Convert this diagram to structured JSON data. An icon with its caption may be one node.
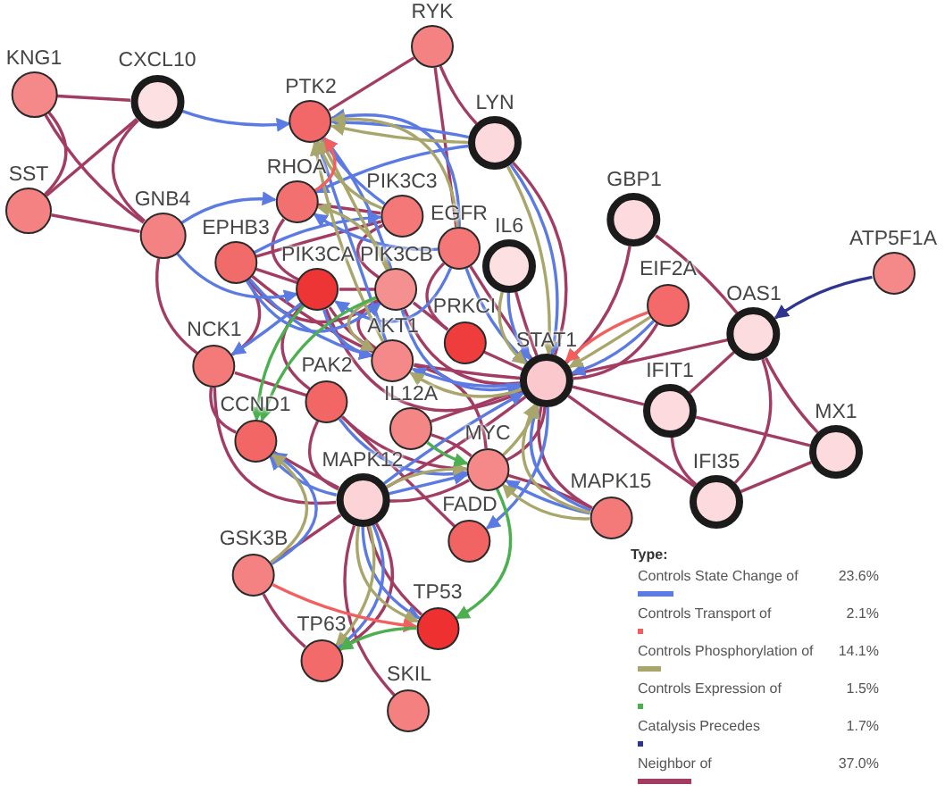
{
  "diagram": {
    "nodes": [
      {
        "text": [
          "RYK"
        ]
      },
      {
        "text": [
          "KNG1"
        ]
      },
      {
        "text": [
          "CXCL10"
        ]
      },
      {
        "text": [
          "PTK2"
        ]
      },
      {
        "text": [
          "LYN"
        ]
      },
      {
        "text": [
          "SST"
        ]
      },
      {
        "text": [
          "GNB4"
        ]
      },
      {
        "text": [
          "RHOA"
        ]
      },
      {
        "text": [
          "PIK3C3"
        ]
      },
      {
        "text": [
          "EGFR"
        ]
      },
      {
        "text": [
          "GBP1"
        ]
      },
      {
        "text": [
          "ATP5F1A"
        ]
      },
      {
        "text": [
          "IL6"
        ]
      },
      {
        "text": [
          "EPHB3"
        ]
      },
      {
        "text": [
          "PIK3CA"
        ]
      },
      {
        "text": [
          "PIK3CB"
        ]
      },
      {
        "text": [
          "EIF2A"
        ]
      },
      {
        "text": [
          "OAS1"
        ]
      },
      {
        "text": [
          "PRKCI"
        ]
      },
      {
        "text": [
          "AKT1"
        ]
      },
      {
        "text": [
          "NCK1"
        ]
      },
      {
        "text": [
          "STAT1"
        ]
      },
      {
        "text": [
          "PAK2"
        ]
      },
      {
        "text": [
          "IFIT1"
        ]
      },
      {
        "text": [
          "CCND1"
        ]
      },
      {
        "text": [
          "IL12A"
        ]
      },
      {
        "text": [
          "MX1"
        ]
      },
      {
        "text": [
          "MYC"
        ]
      },
      {
        "text": [
          "MAPK12"
        ]
      },
      {
        "text": [
          "IFI35"
        ]
      },
      {
        "text": [
          "MAPK15"
        ]
      },
      {
        "text": [
          "FADD"
        ]
      },
      {
        "text": [
          "GSK3B"
        ]
      },
      {
        "text": [
          "TP53"
        ]
      },
      {
        "text": [
          "TP63"
        ]
      },
      {
        "text": [
          "SKIL"
        ]
      }
    ],
    "edges": [
      {
        "from": 1,
        "to": 2,
        "arrow": "none"
      },
      {
        "from": 1,
        "to": 5,
        "arrow": "none"
      },
      {
        "from": 1,
        "to": 6,
        "arrow": "none"
      },
      {
        "from": 2,
        "to": 5,
        "arrow": "none"
      },
      {
        "from": 2,
        "to": 6,
        "arrow": "none"
      },
      {
        "from": 5,
        "to": 6,
        "arrow": "none"
      },
      {
        "from": 0,
        "to": 3,
        "arrow": "none"
      },
      {
        "from": 0,
        "to": 9,
        "arrow": "none"
      },
      {
        "from": 0,
        "to": 4,
        "arrow": "none"
      },
      {
        "from": 6,
        "to": 20,
        "arrow": "none"
      },
      {
        "from": 10,
        "to": 21,
        "arrow": "none"
      },
      {
        "from": 10,
        "to": 17,
        "arrow": "none"
      },
      {
        "from": 16,
        "to": 21,
        "arrow": "none"
      },
      {
        "from": 17,
        "to": 21,
        "arrow": "none"
      },
      {
        "from": 17,
        "to": 23,
        "arrow": "none"
      },
      {
        "from": 17,
        "to": 29,
        "arrow": "none"
      },
      {
        "from": 17,
        "to": 26,
        "arrow": "none"
      },
      {
        "from": 23,
        "to": 26,
        "arrow": "none"
      },
      {
        "from": 23,
        "to": 29,
        "arrow": "none"
      },
      {
        "from": 29,
        "to": 26,
        "arrow": "none"
      },
      {
        "from": 21,
        "to": 23,
        "arrow": "none"
      },
      {
        "from": 21,
        "to": 29,
        "arrow": "none"
      },
      {
        "from": 21,
        "to": 30,
        "arrow": "none"
      },
      {
        "from": 21,
        "to": 27,
        "arrow": "none"
      },
      {
        "from": 21,
        "to": 28,
        "arrow": "none"
      },
      {
        "from": 21,
        "to": 15,
        "arrow": "none"
      },
      {
        "from": 21,
        "to": 9,
        "arrow": "none"
      },
      {
        "from": 21,
        "to": 19,
        "arrow": "none"
      },
      {
        "from": 14,
        "to": 21,
        "arrow": "none"
      },
      {
        "from": 4,
        "to": 21,
        "arrow": "none"
      },
      {
        "from": 12,
        "to": 21,
        "arrow": "none"
      },
      {
        "from": 28,
        "to": 24,
        "arrow": "none"
      },
      {
        "from": 28,
        "to": 32,
        "arrow": "none"
      },
      {
        "from": 28,
        "to": 34,
        "arrow": "none"
      },
      {
        "from": 28,
        "to": 33,
        "arrow": "none"
      },
      {
        "from": 28,
        "to": 35,
        "arrow": "none"
      },
      {
        "from": 28,
        "to": 22,
        "arrow": "none"
      },
      {
        "from": 28,
        "to": 27,
        "arrow": "none"
      },
      {
        "from": 28,
        "to": 20,
        "arrow": "none"
      },
      {
        "from": 32,
        "to": 34,
        "arrow": "none"
      },
      {
        "from": 30,
        "to": 27,
        "arrow": "none"
      },
      {
        "from": 22,
        "to": 31,
        "arrow": "none"
      },
      {
        "from": 14,
        "to": 13,
        "arrow": "none"
      },
      {
        "from": 13,
        "to": 15,
        "arrow": "none"
      },
      {
        "from": 14,
        "to": 15,
        "arrow": "none"
      },
      {
        "from": 14,
        "to": 19,
        "arrow": "none"
      },
      {
        "from": 15,
        "to": 19,
        "arrow": "none"
      },
      {
        "from": 14,
        "to": 22,
        "arrow": "none"
      },
      {
        "from": 20,
        "to": 22,
        "arrow": "none"
      },
      {
        "from": 14,
        "to": 7,
        "arrow": "none"
      },
      {
        "from": 13,
        "to": 20,
        "arrow": "none"
      },
      {
        "from": 15,
        "to": 18,
        "arrow": "none"
      },
      {
        "from": 9,
        "to": 18,
        "arrow": "none"
      },
      {
        "from": 8,
        "to": 15,
        "arrow": "none"
      },
      {
        "from": 13,
        "to": 19,
        "arrow": "none"
      },
      {
        "from": 25,
        "to": 27,
        "arrow": "none"
      },
      {
        "from": 25,
        "to": 21,
        "arrow": "none"
      },
      {
        "from": 20,
        "to": 24,
        "arrow": "none"
      },
      {
        "from": 19,
        "to": 27,
        "arrow": "none"
      },
      {
        "from": 22,
        "to": 27,
        "arrow": "none"
      },
      {
        "from": 18,
        "to": 21,
        "arrow": "none"
      },
      {
        "from": 13,
        "to": 8,
        "arrow": "none"
      },
      {
        "from": 7,
        "to": 8,
        "arrow": "none"
      },
      {
        "from": 2,
        "to": 3,
        "arrow": "to",
        "color": "#5b7be3"
      },
      {
        "from": 6,
        "to": 7,
        "arrow": "to",
        "color": "#5b7be3"
      },
      {
        "from": 6,
        "to": 14,
        "arrow": "to",
        "color": "#5b7be3"
      },
      {
        "from": 4,
        "to": 3,
        "arrow": "to",
        "color": "#5b7be3"
      },
      {
        "from": 4,
        "to": 7,
        "arrow": "to",
        "color": "#5b7be3"
      },
      {
        "from": 4,
        "to": 21,
        "arrow": "to",
        "color": "#5b7be3"
      },
      {
        "from": 8,
        "to": 3,
        "arrow": "to",
        "color": "#5b7be3"
      },
      {
        "from": 9,
        "to": 3,
        "arrow": "to",
        "color": "#5b7be3"
      },
      {
        "from": 15,
        "to": 3,
        "arrow": "to",
        "color": "#5b7be3"
      },
      {
        "from": 9,
        "to": 7,
        "arrow": "to",
        "color": "#5b7be3"
      },
      {
        "from": 13,
        "to": 8,
        "arrow": "to",
        "color": "#5b7be3"
      },
      {
        "from": 13,
        "to": 15,
        "arrow": "to",
        "color": "#5b7be3"
      },
      {
        "from": 14,
        "to": 20,
        "arrow": "to",
        "color": "#5b7be3"
      },
      {
        "from": 13,
        "to": 19,
        "arrow": "to",
        "color": "#5b7be3"
      },
      {
        "from": 14,
        "to": 19,
        "arrow": "to",
        "color": "#5b7be3"
      },
      {
        "from": 9,
        "to": 14,
        "arrow": "to",
        "color": "#5b7be3"
      },
      {
        "from": 9,
        "to": 21,
        "arrow": "to",
        "color": "#5b7be3"
      },
      {
        "from": 12,
        "to": 21,
        "arrow": "to",
        "color": "#5b7be3"
      },
      {
        "from": 16,
        "to": 21,
        "arrow": "to",
        "color": "#5b7be3"
      },
      {
        "from": 21,
        "to": 19,
        "arrow": "to",
        "color": "#5b7be3"
      },
      {
        "from": 28,
        "to": 24,
        "arrow": "to",
        "color": "#5b7be3"
      },
      {
        "from": 28,
        "to": 33,
        "arrow": "to",
        "color": "#5b7be3"
      },
      {
        "from": 28,
        "to": 34,
        "arrow": "to",
        "color": "#5b7be3"
      },
      {
        "from": 28,
        "to": 21,
        "arrow": "to",
        "color": "#5b7be3"
      },
      {
        "from": 28,
        "to": 27,
        "arrow": "to",
        "color": "#5b7be3"
      },
      {
        "from": 32,
        "to": 24,
        "arrow": "to",
        "color": "#5b7be3"
      },
      {
        "from": 30,
        "to": 27,
        "arrow": "to",
        "color": "#5b7be3"
      },
      {
        "from": 30,
        "to": 21,
        "arrow": "to",
        "color": "#5b7be3"
      },
      {
        "from": 21,
        "to": 31,
        "arrow": "to",
        "color": "#5b7be3"
      },
      {
        "from": 22,
        "to": 27,
        "arrow": "to",
        "color": "#5b7be3"
      },
      {
        "from": 15,
        "to": 21,
        "arrow": "to",
        "color": "#5b7be3"
      },
      {
        "from": 19,
        "to": 3,
        "arrow": "to",
        "color": "#5b7be3"
      },
      {
        "from": 4,
        "to": 3,
        "arrow": "to",
        "color": "#a8a66a"
      },
      {
        "from": 4,
        "to": 21,
        "arrow": "to",
        "color": "#a8a66a"
      },
      {
        "from": 8,
        "to": 3,
        "arrow": "to",
        "color": "#a8a66a"
      },
      {
        "from": 9,
        "to": 3,
        "arrow": "to",
        "color": "#a8a66a"
      },
      {
        "from": 15,
        "to": 3,
        "arrow": "to",
        "color": "#a8a66a"
      },
      {
        "from": 19,
        "to": 3,
        "arrow": "to",
        "color": "#a8a66a"
      },
      {
        "from": 15,
        "to": 19,
        "arrow": "to",
        "color": "#a8a66a"
      },
      {
        "from": 21,
        "to": 19,
        "arrow": "to",
        "color": "#a8a66a"
      },
      {
        "from": 16,
        "to": 21,
        "arrow": "to",
        "color": "#a8a66a"
      },
      {
        "from": 12,
        "to": 21,
        "arrow": "to",
        "color": "#a8a66a"
      },
      {
        "from": 30,
        "to": 21,
        "arrow": "to",
        "color": "#a8a66a"
      },
      {
        "from": 30,
        "to": 27,
        "arrow": "to",
        "color": "#a8a66a"
      },
      {
        "from": 28,
        "to": 27,
        "arrow": "to",
        "color": "#a8a66a"
      },
      {
        "from": 28,
        "to": 34,
        "arrow": "to",
        "color": "#a8a66a"
      },
      {
        "from": 28,
        "to": 33,
        "arrow": "to",
        "color": "#a8a66a"
      },
      {
        "from": 32,
        "to": 24,
        "arrow": "to",
        "color": "#a8a66a"
      },
      {
        "from": 15,
        "to": 7,
        "arrow": "to",
        "color": "#a8a66a"
      },
      {
        "from": 27,
        "to": 21,
        "arrow": "to",
        "color": "#a8a66a"
      },
      {
        "from": 7,
        "to": 3,
        "arrow": "to",
        "color": "#f25f5f"
      },
      {
        "from": 16,
        "to": 21,
        "arrow": "to",
        "color": "#f25f5f"
      },
      {
        "from": 32,
        "to": 33,
        "arrow": "to",
        "color": "#f25f5f"
      },
      {
        "from": 14,
        "to": 24,
        "arrow": "to",
        "color": "#4caf50"
      },
      {
        "from": 15,
        "to": 24,
        "arrow": "to",
        "color": "#4caf50"
      },
      {
        "from": 25,
        "to": 27,
        "arrow": "to",
        "color": "#4caf50"
      },
      {
        "from": 33,
        "to": 34,
        "arrow": "to",
        "color": "#4caf50"
      },
      {
        "from": 27,
        "to": 33,
        "arrow": "to",
        "color": "#4caf50"
      },
      {
        "from": 11,
        "to": 17,
        "arrow": "to",
        "color": "#2e3590"
      }
    ],
    "labels": [
      "Type:",
      "23.6%",
      "2.1%",
      "14.1%",
      "1.5%",
      "1.7%",
      "37.0%"
    ],
    "legend": [
      {
        "text": "Controls State Change of",
        "color": "#5b7be3"
      },
      {
        "text": "Controls Transport of",
        "color": "#f25f5f"
      },
      {
        "text": "Controls Phosphorylation of",
        "color": "#a8a66a"
      },
      {
        "text": "Controls Expression of",
        "color": "#4caf50"
      },
      {
        "text": "Catalysis Precedes",
        "color": "#2e3590"
      },
      {
        "text": "Neighbor of",
        "color": "#a33c62"
      }
    ]
  }
}
